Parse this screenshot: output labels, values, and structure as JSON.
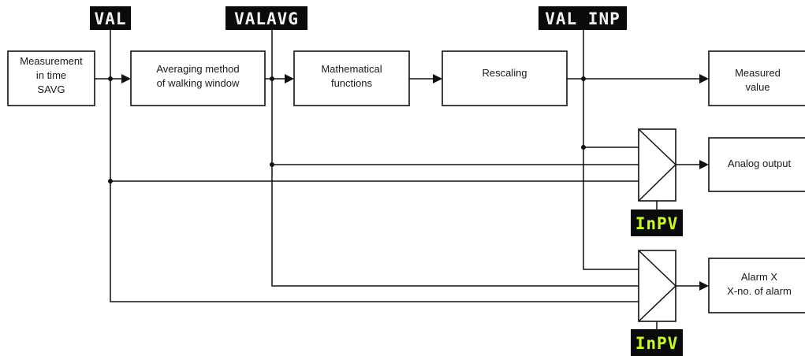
{
  "displays": {
    "val": "VAL",
    "valavg": "VALAVG",
    "valinp": "VAL INP",
    "inpv_analog": "InPV",
    "inpv_alarm": "InPV"
  },
  "blocks": {
    "measurement": {
      "line1": "Measurement",
      "line2": "in time",
      "line3": "SAVG"
    },
    "averaging": {
      "line1": "Averaging method",
      "line2": "of walking window"
    },
    "math": {
      "line1": "Mathematical",
      "line2": "functions"
    },
    "rescaling": {
      "line1": "Rescaling"
    },
    "measured": {
      "line1": "Measured",
      "line2": "value"
    },
    "analog": {
      "line1": "Analog output"
    },
    "alarm": {
      "line1": "Alarm X",
      "line2": "X-no. of alarm"
    }
  },
  "colors": {
    "line": "#111111",
    "display_background": "#0a0a0a",
    "display_white": "#f2f2f2",
    "display_green": "#c8ff1a"
  }
}
